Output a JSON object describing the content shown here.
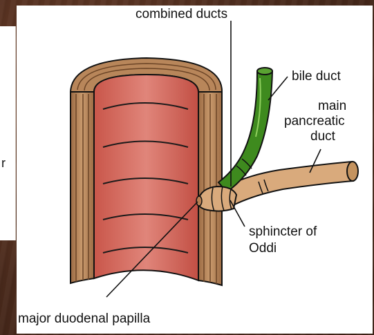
{
  "labels": {
    "combined_ducts": "combined ducts",
    "bile_duct": "bile duct",
    "main_pancreatic_duct": [
      "main",
      "pancreatic",
      "duct"
    ],
    "sphincter_of_oddi": [
      "sphincter of",
      "Oddi"
    ],
    "major_duodenal_papilla": "major duodenal papilla"
  },
  "left_panel_fragment": "r",
  "colors": {
    "duodenum_wall": "#b8865a",
    "duodenum_lumen": "#d4675a",
    "bile_duct": "#3e8a1e",
    "pancreatic_duct": "#d9aa7c",
    "background": "#4a2a1c"
  }
}
